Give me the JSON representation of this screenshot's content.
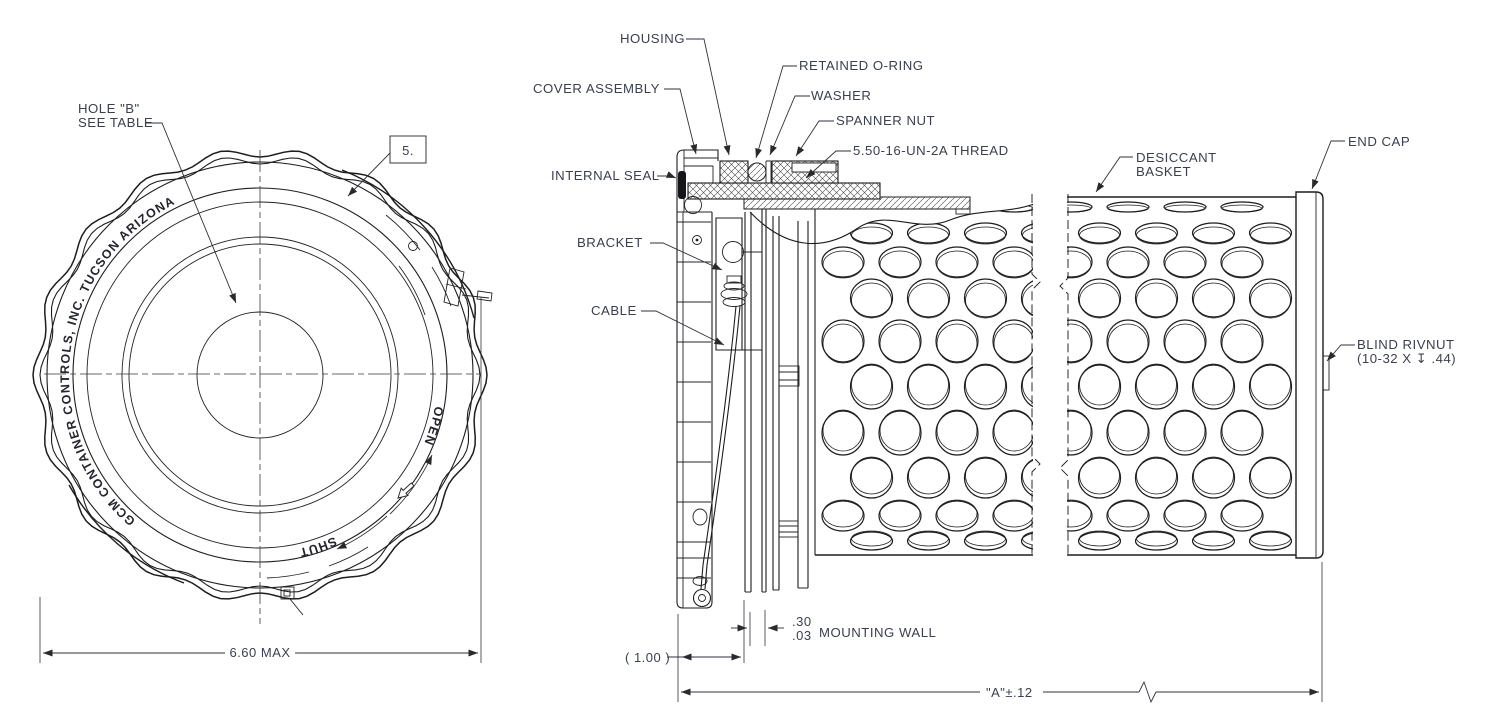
{
  "left_view": {
    "hole_callout_line1": "HOLE \"B\"",
    "hole_callout_line2": "SEE TABLE",
    "balloon": "5.",
    "ring_text": "GCM CONTAINER CONTROLS, INC. TUCSON ARIZONA",
    "open_label": "OPEN",
    "shut_label": "SHUT",
    "width_dim": "6.60 MAX"
  },
  "section_view": {
    "labels": {
      "housing": "HOUSING",
      "cover_assembly": "COVER ASSEMBLY",
      "retained_o_ring": "RETAINED O-RING",
      "washer": "WASHER",
      "spanner_nut": "SPANNER NUT",
      "thread": "5.50-16-UN-2A THREAD",
      "internal_seal": "INTERNAL SEAL",
      "bracket": "BRACKET",
      "cable": "CABLE",
      "desiccant_line1": "DESICCANT",
      "desiccant_line2": "BASKET",
      "end_cap": "END CAP",
      "blind_rivnut_line1": "BLIND RIVNUT",
      "blind_rivnut_line2": "(10-32 X ↧ .44)"
    },
    "dims": {
      "wall_top": ".30",
      "wall_bottom": ".03",
      "mounting_wall": "MOUNTING WALL",
      "depth_ref": "( 1.00 )",
      "length": "\"A\"±.12"
    }
  },
  "colors": {
    "line": "#1d1d1d",
    "text": "#3b3f4e"
  }
}
